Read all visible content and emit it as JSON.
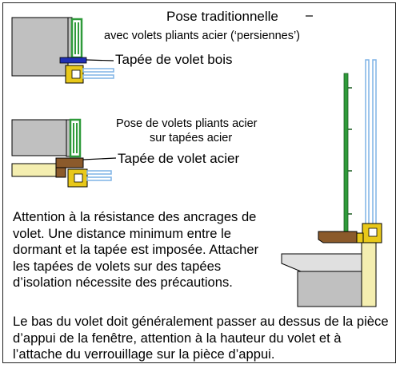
{
  "diagram": {
    "title_line1": "Pose traditionnelle",
    "title_line2": "avec volets pliants acier  (‘persiennes’)",
    "label_wood_frame": "Tapée de volet bois",
    "subtitle_line1": "Pose de volets pliants acier",
    "subtitle_line2": "sur tapées acier",
    "label_steel_frame": "Tapée de volet acier",
    "warning_paragraph": "Attention à la résistance des ancrages de volet. Une distance minimum entre le dormant et la tapée est imposée. Attacher les tapées de volets sur des tapées d’isolation nécessite des précautions.",
    "bottom_paragraph": "Le bas du volet doit généralement passer au dessus de la pièce d’appui de la fenêtre, attention à la hauteur du volet et à l’attache du verrouillage sur la pièce d’appui."
  },
  "colors": {
    "wall": "#c0c0c0",
    "shutter": "#2f9a3a",
    "wood_frame": "#1f2fb5",
    "window_frame": "#e8c81a",
    "steel_frame": "#8b5a2b",
    "insulation": "#f4eeb0",
    "glass": "#7fb3e6",
    "sill": "#c9c9c9"
  }
}
